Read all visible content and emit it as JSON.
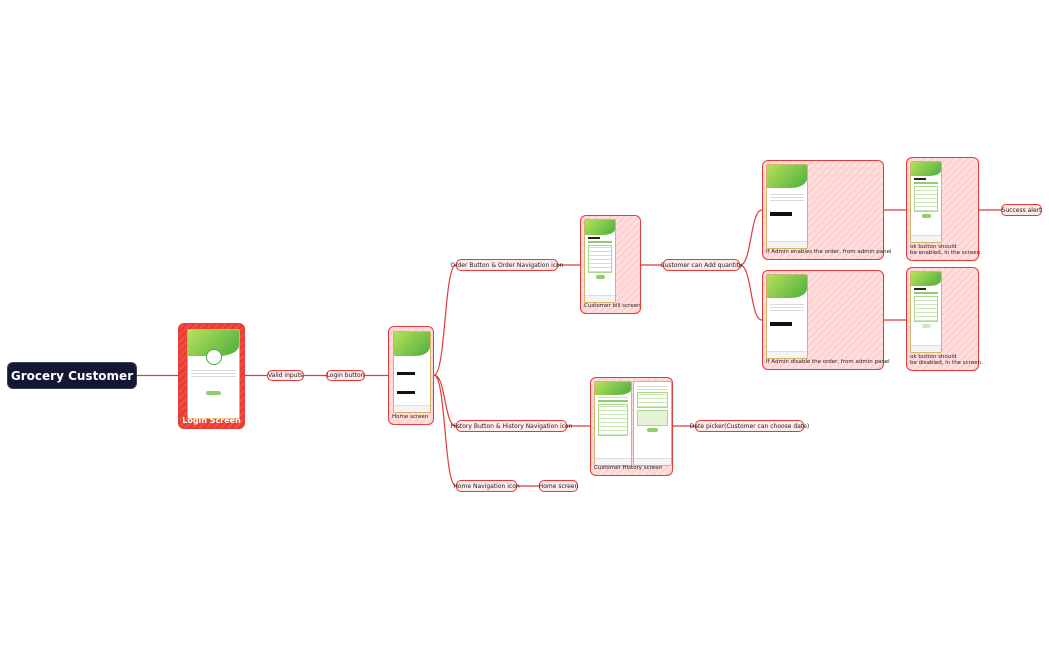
{
  "root": {
    "label": "Grocery Customer"
  },
  "login": {
    "caption": "Login Screen"
  },
  "labels": {
    "valid_inputs": "Valid inputs",
    "login_button": "Login button",
    "order_nav": "Order Button & Order Navigation icon",
    "history_nav": "History Button & History Navigation icon",
    "home_nav": "Home Navigation icon",
    "home_screen_leaf": "Home screen",
    "add_quantity": "Customer can Add quantity",
    "date_picker": "Date picker(Customer can choose date)",
    "success_alert": "Success alert"
  },
  "cards": {
    "home": "Home screen",
    "bill": "Customer bill screen",
    "history": "Customer History screen",
    "admin_enable": "If Admin enables the order, from admin panel",
    "admin_disable": "If Admin disable the order, from admin panel",
    "ok_enabled": "ok button should\nbe enabled, in the screen.",
    "ok_disabled": "ok button should\nbe disabled, in the screen."
  },
  "colors": {
    "node_border": "#e23b3b",
    "node_fill": "#ffe9e9",
    "root_fill": "#131733",
    "edge": "#e23b3b",
    "app_green": "#4cae3f"
  }
}
